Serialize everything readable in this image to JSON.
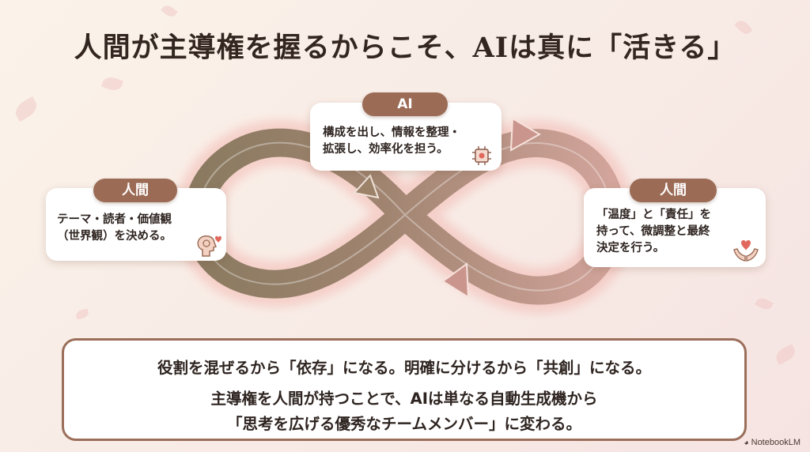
{
  "title": "人間が主導権を握るからこそ、AIは真に「活きる」",
  "cards": {
    "left": {
      "tag": "人間",
      "text": "テーマ・読者・価値観\n（世界観）を決める。",
      "icon": "head-heart-icon"
    },
    "top": {
      "tag": "AI",
      "text": "構成を出し、情報を整理・\n拡張し、効率化を担う。",
      "icon": "chip-icon"
    },
    "right": {
      "tag": "人間",
      "text": "「温度」と「責任」を\n持って、微調整と最終\n決定を行う。",
      "icon": "hands-heart-icon"
    }
  },
  "message": {
    "line1": "役割を混ぜるから「依存」になる。明確に分けるから「共創」になる。",
    "line2": "主導権を人間が持つことで、AIは単なる自動生成機から",
    "line3": "「思考を広げる優秀なチームメンバー」に変わる。"
  },
  "brand": "NotebookLM",
  "colors": {
    "accent": "#9b6b55",
    "loop_olive": "#8c7b62",
    "loop_rose": "#c9958c",
    "border": "#9b6e5a",
    "background": "#f8ece6"
  }
}
